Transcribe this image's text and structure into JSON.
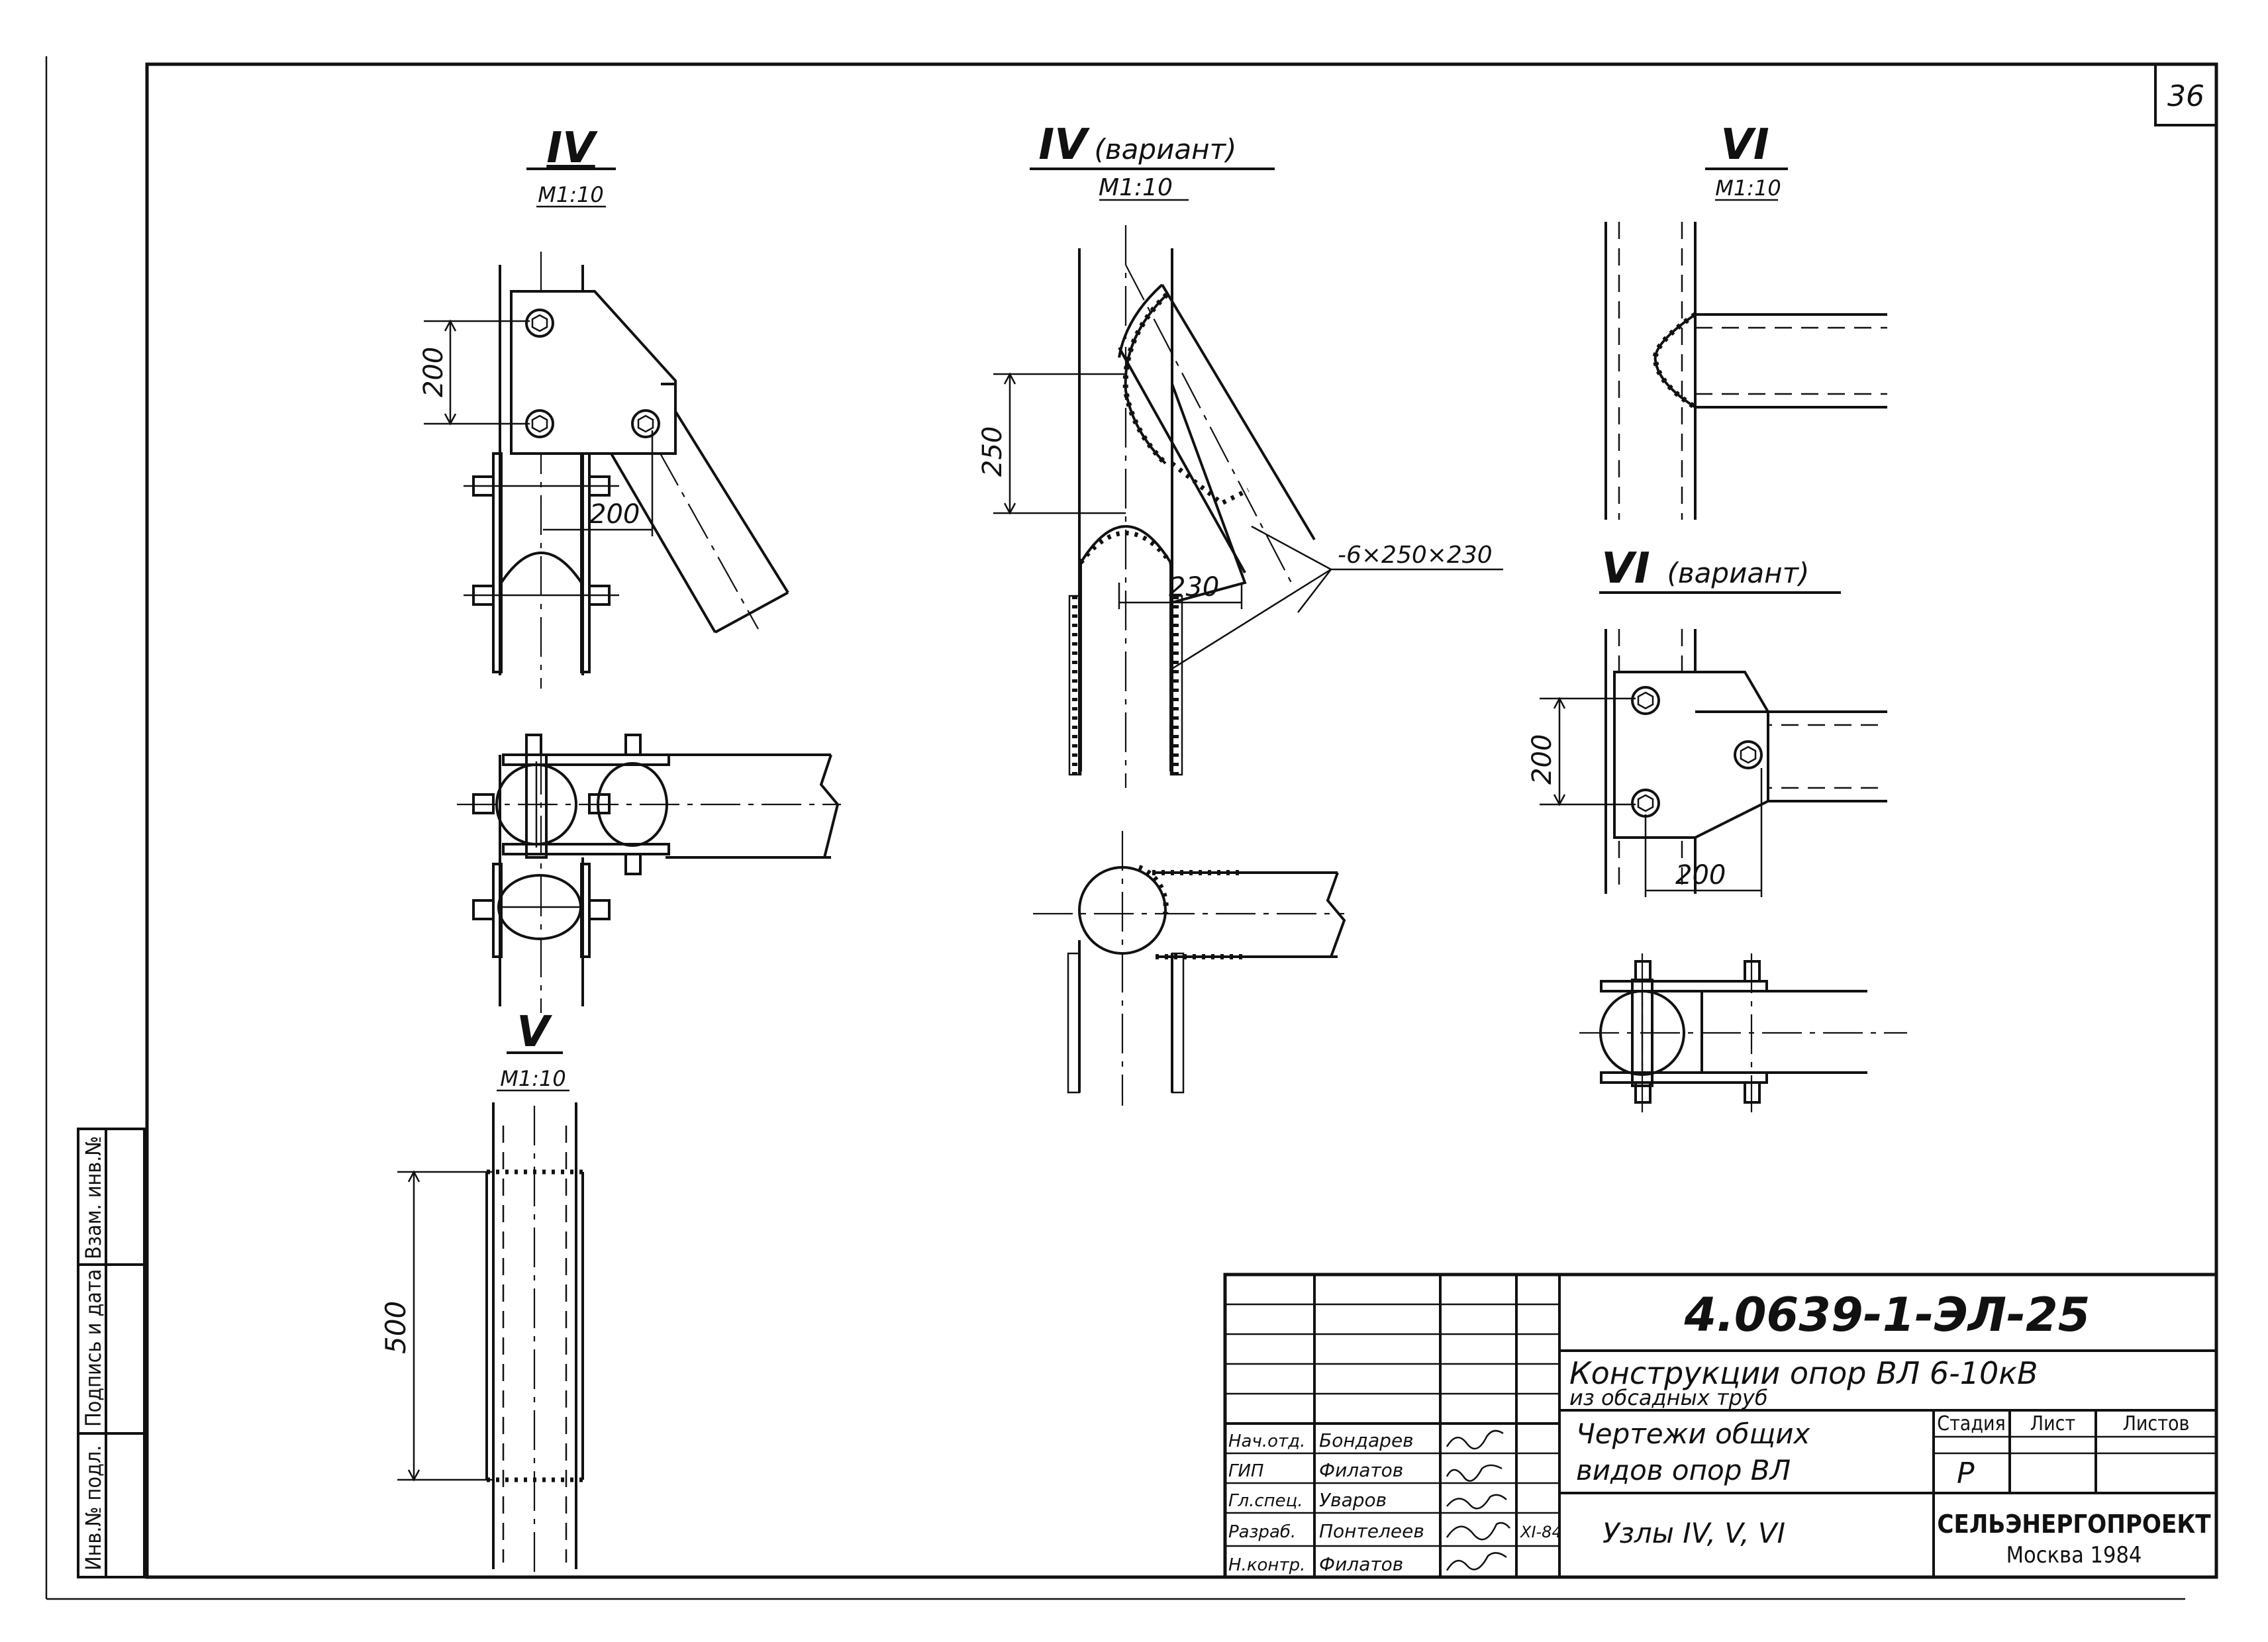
{
  "sheet": {
    "page_number": "36",
    "side_stamp": [
      "Инв.№ подл.",
      "Подпись и дата",
      "Взам. инв.№"
    ]
  },
  "views": {
    "iv": {
      "title": "IV",
      "scale": "М1:10",
      "dims": [
        "200",
        "200"
      ]
    },
    "iv_variant": {
      "title": "IV",
      "suffix": "(вариант)",
      "scale": "М1:10",
      "dims": [
        "250",
        "230"
      ],
      "plate_callout": "-6×250×230"
    },
    "vi": {
      "title": "VI",
      "scale": "М1:10"
    },
    "vi_variant": {
      "title": "VI",
      "suffix": "(вариант)",
      "dims": [
        "200",
        "200"
      ]
    },
    "v": {
      "title": "V",
      "scale": "М1:10",
      "dims": [
        "500"
      ]
    }
  },
  "title_block": {
    "doc_code": "4.0639-1-ЭЛ-25",
    "project_title_line1": "Конструкции опор ВЛ 6-10кВ",
    "project_title_line2": "из обсадных труб",
    "sheet_title_line1": "Чертежи общих",
    "sheet_title_line2": "видов опор ВЛ",
    "sheet_subtitle": "Узлы IV, V, VI",
    "stage_header": "Стадия",
    "sheet_header": "Лист",
    "sheets_header": "Листов",
    "stage": "Р",
    "sheet_no": "",
    "sheets_total": "",
    "org_name": "СЕЛЬЭНЕРГОПРОЕКТ",
    "org_city_year": "Москва 1984",
    "date": "XI-84",
    "signatures": [
      {
        "role": "Нач.отд.",
        "name": "Бондарев"
      },
      {
        "role": "ГИП",
        "name": "Филатов"
      },
      {
        "role": "Гл.спец.",
        "name": "Уваров"
      },
      {
        "role": "Разраб.",
        "name": "Понтелеев"
      },
      {
        "role": "Н.контр.",
        "name": "Филатов"
      }
    ]
  }
}
